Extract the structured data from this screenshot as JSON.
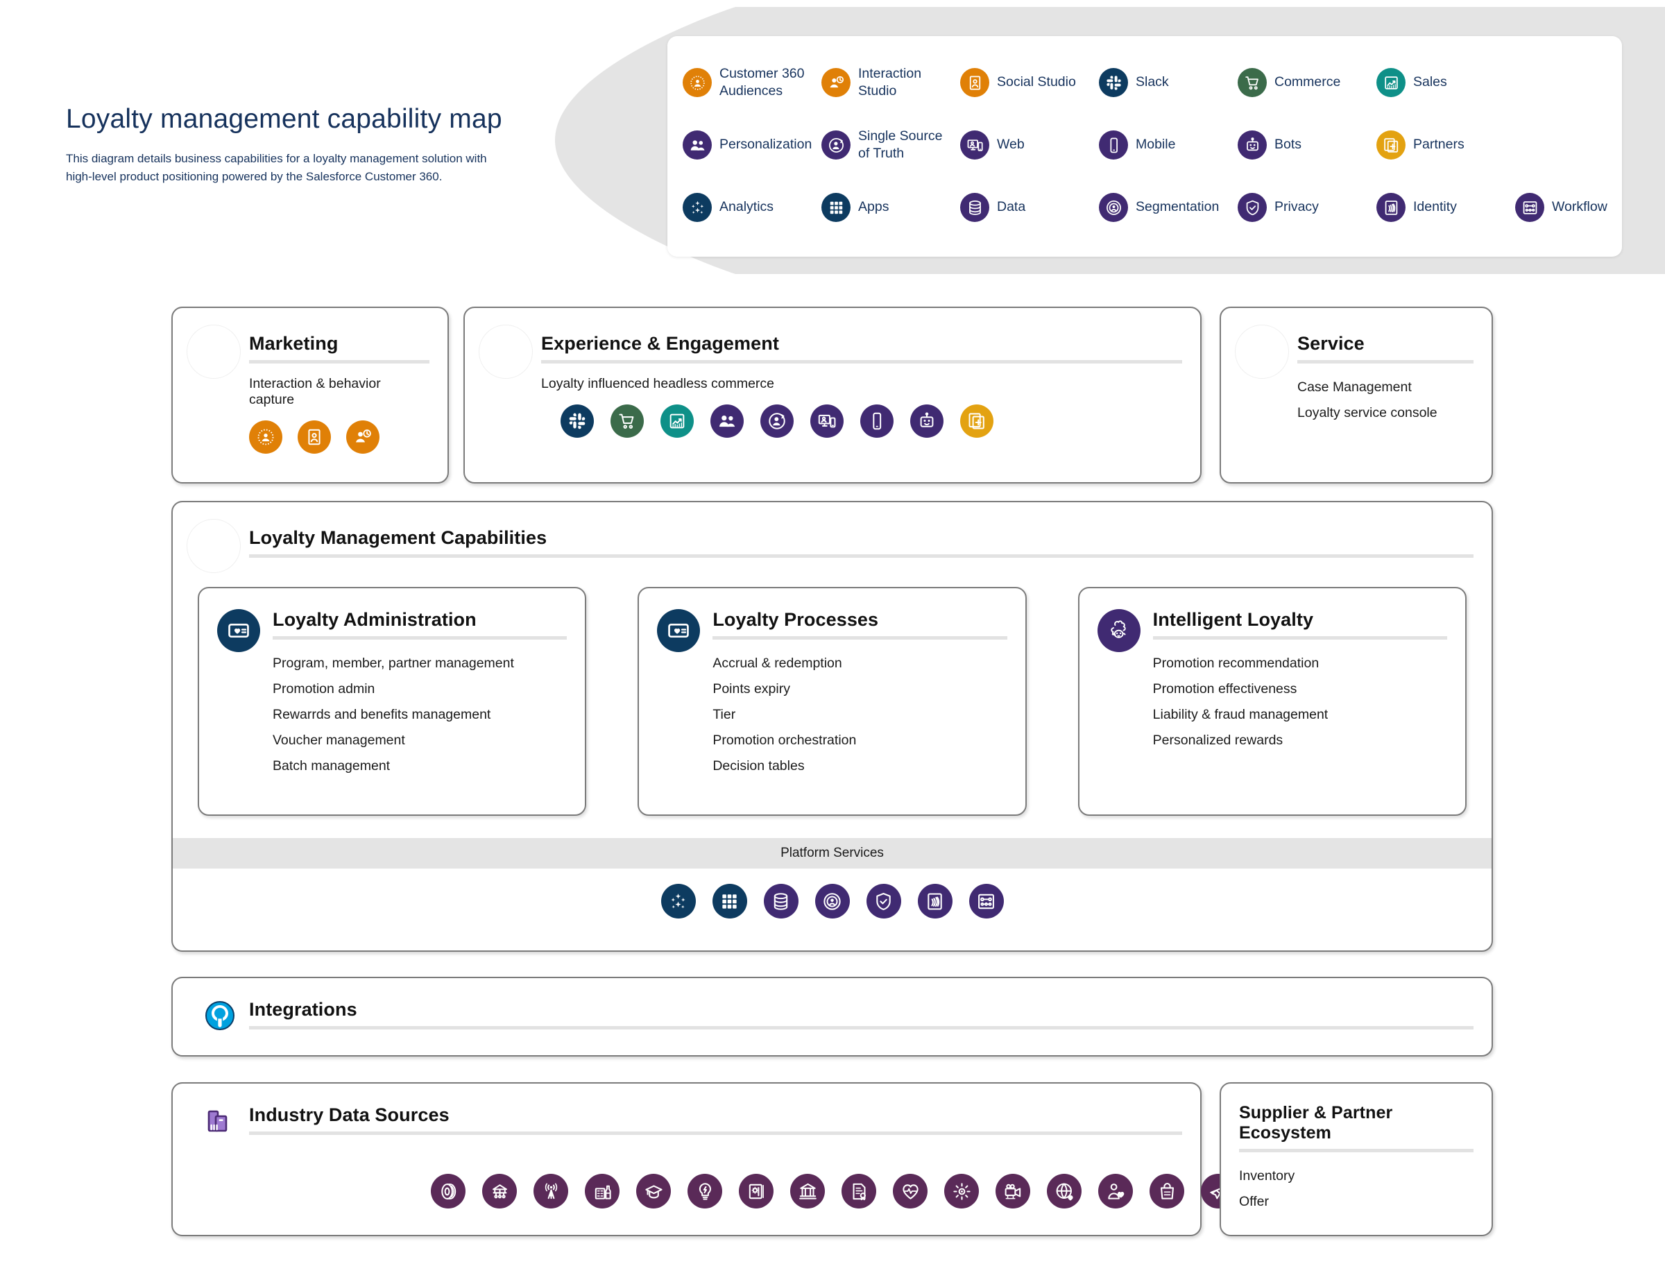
{
  "header": {
    "title": "Loyalty management capability map",
    "subtitle": "This diagram details business capabilities for a loyalty management solution with high-level product positioning powered by the Salesforce Customer 360."
  },
  "colors": {
    "orange": "#e08007",
    "purple": "#402a72",
    "navy": "#0d3b60",
    "green": "#3b6b4a",
    "teal": "#0e9088",
    "amber": "#e3a211",
    "plum": "#5a2a58",
    "pink": "#d1446c",
    "cloud_blue": "#1ba0e0",
    "mulesoft_blue": "#00a1df",
    "banner_grey": "#e4e4e4",
    "card_border": "#7b7b7b",
    "title_navy": "#16325c"
  },
  "legend": {
    "items": [
      {
        "label": "Customer 360 Audiences",
        "icon": "customer-360-audiences-icon",
        "color": "orange"
      },
      {
        "label": "Interaction Studio",
        "icon": "interaction-studio-icon",
        "color": "orange"
      },
      {
        "label": "Social Studio",
        "icon": "social-studio-icon",
        "color": "orange"
      },
      {
        "label": "Slack",
        "icon": "slack-icon",
        "color": "navy"
      },
      {
        "label": "Commerce",
        "icon": "commerce-cart-icon",
        "color": "green"
      },
      {
        "label": "Sales",
        "icon": "sales-chart-icon",
        "color": "teal"
      },
      {
        "label": "Personalization",
        "icon": "personalization-people-icon",
        "color": "purple"
      },
      {
        "label": "Single Source of Truth",
        "icon": "single-source-of-truth-icon",
        "color": "purple"
      },
      {
        "label": "Web",
        "icon": "web-icon",
        "color": "purple"
      },
      {
        "label": "Mobile",
        "icon": "mobile-icon",
        "color": "purple"
      },
      {
        "label": "Bots",
        "icon": "bots-icon",
        "color": "purple"
      },
      {
        "label": "Partners",
        "icon": "partners-icon",
        "color": "amber"
      },
      {
        "label": "Analytics",
        "icon": "analytics-icon",
        "color": "navy"
      },
      {
        "label": "Apps",
        "icon": "apps-grid-icon",
        "color": "navy"
      },
      {
        "label": "Data",
        "icon": "data-database-icon",
        "color": "purple"
      },
      {
        "label": "Segmentation",
        "icon": "segmentation-icon",
        "color": "purple"
      },
      {
        "label": "Privacy",
        "icon": "privacy-shield-icon",
        "color": "purple"
      },
      {
        "label": "Identity",
        "icon": "identity-fingerprint-icon",
        "color": "purple"
      },
      {
        "label": "Workflow",
        "icon": "workflow-icon",
        "color": "purple"
      }
    ]
  },
  "marketing": {
    "title": "Marketing",
    "icon": "marketing-search-person-icon",
    "subtitle": "Interaction & behavior capture",
    "icons": [
      {
        "icon": "customer-360-audiences-icon",
        "color": "orange"
      },
      {
        "icon": "social-studio-icon",
        "color": "orange"
      },
      {
        "icon": "interaction-studio-icon",
        "color": "orange"
      }
    ]
  },
  "experience": {
    "title": "Experience & Engagement",
    "icon": "experience-monitor-mobile-icon",
    "subtitle": "Loyalty influenced headless commerce",
    "icons": [
      {
        "icon": "slack-icon",
        "color": "navy"
      },
      {
        "icon": "commerce-cart-icon",
        "color": "green"
      },
      {
        "icon": "sales-chart-icon",
        "color": "teal"
      },
      {
        "icon": "personalization-people-icon",
        "color": "purple"
      },
      {
        "icon": "single-source-of-truth-icon",
        "color": "purple"
      },
      {
        "icon": "web-icon",
        "color": "purple"
      },
      {
        "icon": "mobile-icon",
        "color": "purple"
      },
      {
        "icon": "bots-icon",
        "color": "purple"
      },
      {
        "icon": "partners-icon",
        "color": "amber"
      }
    ]
  },
  "service": {
    "title": "Service",
    "icon": "service-heart-icon",
    "items": [
      "Case Management",
      "Loyalty service console"
    ]
  },
  "loyalty": {
    "title": "Loyalty Management Capabilities",
    "icon": "salesforce-cloud-icon",
    "cards": [
      {
        "title": "Loyalty Administration",
        "icon": "loyalty-card-icon",
        "color": "navy",
        "items": [
          "Program, member, partner management",
          "Promotion admin",
          "Rewarrds and benefits management",
          "Voucher management",
          "Batch management"
        ]
      },
      {
        "title": "Loyalty Processes",
        "icon": "loyalty-card-icon",
        "color": "navy",
        "items": [
          "Accrual & redemption",
          "Points expiry",
          "Tier",
          "Promotion orchestration",
          "Decision tables"
        ]
      },
      {
        "title": "Intelligent Loyalty",
        "icon": "einstein-icon",
        "color": "purple",
        "items": [
          "Promotion recommendation",
          "Promotion effectiveness",
          "Liability & fraud management",
          "Personalized rewards"
        ]
      }
    ],
    "platform_services": {
      "label": "Platform Services",
      "icons": [
        {
          "icon": "analytics-icon",
          "color": "navy"
        },
        {
          "icon": "apps-grid-icon",
          "color": "navy"
        },
        {
          "icon": "data-database-icon",
          "color": "purple"
        },
        {
          "icon": "segmentation-icon",
          "color": "purple"
        },
        {
          "icon": "privacy-shield-icon",
          "color": "purple"
        },
        {
          "icon": "identity-fingerprint-icon",
          "color": "purple"
        },
        {
          "icon": "workflow-icon",
          "color": "purple"
        }
      ]
    }
  },
  "integrations": {
    "title": "Integrations",
    "icon": "mulesoft-icon"
  },
  "industry": {
    "title": "Industry Data Sources",
    "icon": "industry-buildings-icon",
    "icons": [
      {
        "icon": "automotive-tire-icon",
        "color": "plum"
      },
      {
        "icon": "manufacturing-icon",
        "color": "plum"
      },
      {
        "icon": "communications-tower-icon",
        "color": "plum"
      },
      {
        "icon": "consumer-goods-icon",
        "color": "plum"
      },
      {
        "icon": "education-cap-icon",
        "color": "plum"
      },
      {
        "icon": "energy-bulb-icon",
        "color": "plum"
      },
      {
        "icon": "engineering-icon",
        "color": "plum"
      },
      {
        "icon": "government-bank-icon",
        "color": "plum"
      },
      {
        "icon": "insurance-document-icon",
        "color": "plum"
      },
      {
        "icon": "healthcare-heartbeat-icon",
        "color": "plum"
      },
      {
        "icon": "manufacturing-gear-icon",
        "color": "plum"
      },
      {
        "icon": "media-camera-icon",
        "color": "plum"
      },
      {
        "icon": "nonprofit-globe-icon",
        "color": "plum"
      },
      {
        "icon": "philanthropy-person-heart-icon",
        "color": "plum"
      },
      {
        "icon": "retail-bag-icon",
        "color": "plum"
      },
      {
        "icon": "travel-plane-icon",
        "color": "plum"
      }
    ]
  },
  "supplier": {
    "title": "Supplier & Partner Ecosystem",
    "items": [
      "Inventory",
      "Offer"
    ]
  }
}
